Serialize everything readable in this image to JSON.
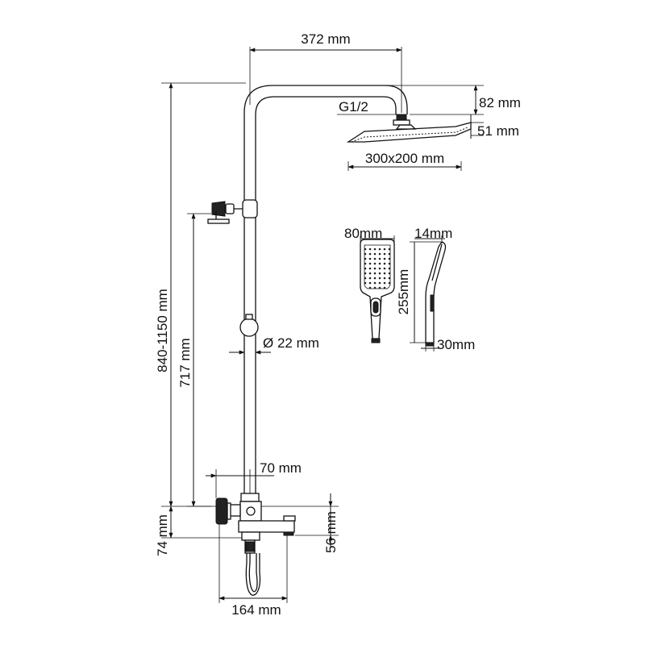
{
  "dimensions": {
    "overhead_arm": "372 mm",
    "head_drop": "82 mm",
    "connection": "G1/2",
    "head_thickness": "51 mm",
    "head_size": "300x200 mm",
    "total_height": "840-1150 mm",
    "holder_height": "717 mm",
    "pipe_diameter": "Ø 22 mm",
    "wall_offset": "70 mm",
    "mixer_drop": "74 mm",
    "spout_height": "56 mm",
    "mixer_width": "164 mm",
    "handshower_width": "80mm",
    "handshower_depth": "14mm",
    "handshower_length": "255mm",
    "handshower_handle": "30mm"
  },
  "colors": {
    "line": "#111111",
    "fill_dark": "#222222",
    "background": "#ffffff"
  }
}
